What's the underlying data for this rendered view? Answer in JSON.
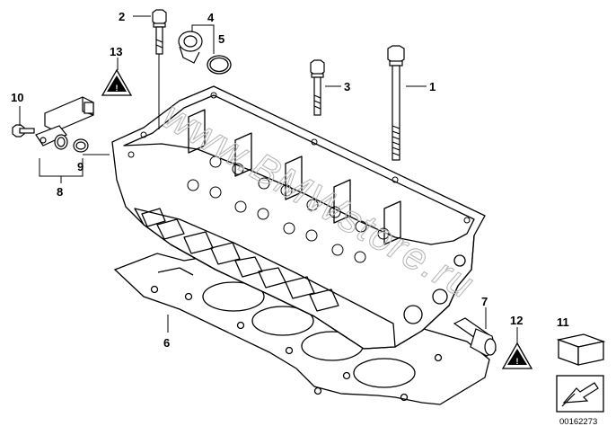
{
  "diagram": {
    "watermark": "www.BMWstore.ru",
    "part_id": "00162273",
    "callouts": [
      {
        "id": "c1",
        "label": "1"
      },
      {
        "id": "c2",
        "label": "2"
      },
      {
        "id": "c3",
        "label": "3"
      },
      {
        "id": "c4",
        "label": "4"
      },
      {
        "id": "c5",
        "label": "5"
      },
      {
        "id": "c6",
        "label": "6"
      },
      {
        "id": "c7",
        "label": "7"
      },
      {
        "id": "c8",
        "label": "8"
      },
      {
        "id": "c9",
        "label": "9"
      },
      {
        "id": "c10",
        "label": "10"
      },
      {
        "id": "c11",
        "label": "11"
      },
      {
        "id": "c12",
        "label": "12"
      },
      {
        "id": "c13",
        "label": "13"
      }
    ],
    "warning_sign_text": "!",
    "colors": {
      "line": "#000000",
      "background": "#ffffff",
      "watermark": "#b9b9b9"
    }
  }
}
